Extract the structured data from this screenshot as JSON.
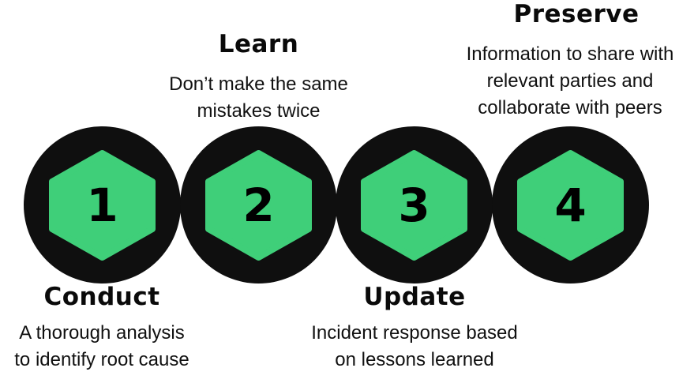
{
  "steps": [
    {
      "number": "1",
      "title": "Conduct",
      "desc_lines": [
        "A thorough analysis",
        "to identify root cause"
      ]
    },
    {
      "number": "2",
      "title": "Learn",
      "desc_lines": [
        "Don’t make the same",
        "mistakes twice"
      ]
    },
    {
      "number": "3",
      "title": "Update",
      "desc_lines": [
        "Incident response based",
        "on lessons learned"
      ]
    },
    {
      "number": "4",
      "title": "Preserve",
      "desc_lines": [
        "Information to share with",
        "relevant parties and",
        "collaborate with peers"
      ]
    }
  ],
  "colors": {
    "circle": "#0f0f0f",
    "hexagon": "#3fcf79",
    "text": "#111111"
  }
}
